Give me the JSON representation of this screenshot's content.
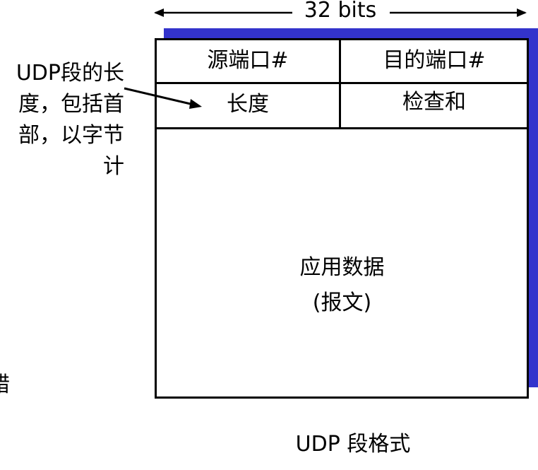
{
  "width_label": "32 bits",
  "header": {
    "source_port": "源端口#",
    "dest_port": "目的端口#",
    "length": "长度",
    "checksum": "检查和"
  },
  "payload": {
    "line1": "应用数据",
    "line2": "(报文)"
  },
  "annotation": "UDP段的长度，包括首部，以字节计",
  "caption": "UDP 段格式",
  "left_fragment": "错",
  "colors": {
    "shadow": "#3333cc"
  }
}
